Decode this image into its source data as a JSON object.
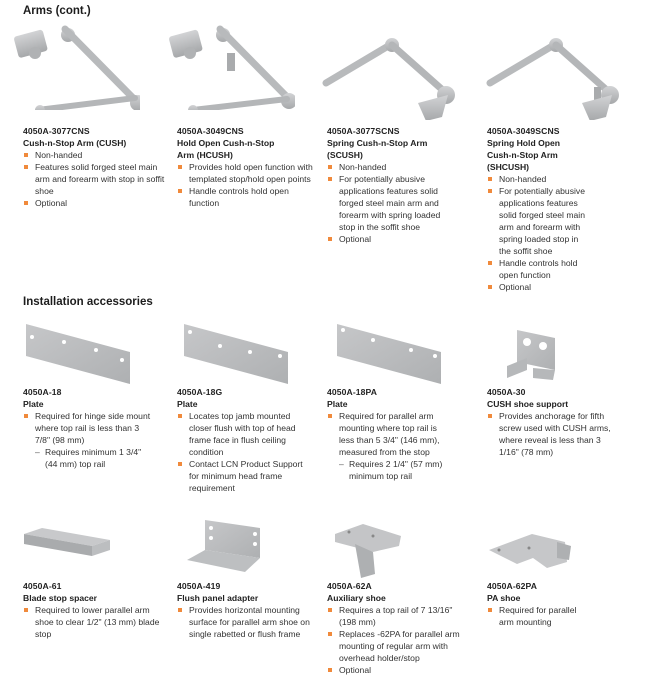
{
  "sections": {
    "arms_title": "Arms (cont.)",
    "accessories_title": "Installation accessories"
  },
  "colors": {
    "bullet": "#f08a3c",
    "metal": "#b9bbbd"
  },
  "arms": [
    {
      "code": "4050A-3077CNS",
      "name_lines": [
        "Cush-n-Stop Arm (CUSH)"
      ],
      "bullets": [
        "Non-handed",
        "Features solid forged steel main arm and forearm with stop in soffit shoe",
        "Optional"
      ]
    },
    {
      "code": "4050A-3049CNS",
      "name_lines": [
        "Hold Open Cush-n-Stop",
        "Arm (HCUSH)"
      ],
      "bullets": [
        "Provides hold open function with templated stop/hold open points",
        "Handle controls hold open function"
      ]
    },
    {
      "code": "4050A-3077SCNS",
      "name_lines": [
        "Spring Cush-n-Stop Arm",
        "(SCUSH)"
      ],
      "bullets": [
        "Non-handed",
        "For potentially abusive applications features solid forged steel main arm and forearm with spring loaded stop in the soffit shoe",
        "Optional"
      ]
    },
    {
      "code": "4050A-3049SCNS",
      "name_lines": [
        "Spring Hold Open",
        "Cush-n-Stop Arm",
        "(SHCUSH)"
      ],
      "bullets": [
        "Non-handed",
        "For potentially abusive applications features solid forged steel main arm and forearm with spring loaded stop in the soffit shoe",
        "Handle controls hold open function",
        "Optional"
      ]
    }
  ],
  "accessories_row1": [
    {
      "code": "4050A-18",
      "name": "Plate",
      "bullets": [
        "Required for hinge side mount where top rail is less than 3 7/8\" (98 mm)"
      ],
      "sub": [
        "Requires minimum 1 3/4\" (44 mm) top rail"
      ]
    },
    {
      "code": "4050A-18G",
      "name": "Plate",
      "bullets": [
        "Locates top jamb mounted closer flush with top of head frame face in flush ceiling condition",
        "Contact LCN Product Support for minimum head frame requirement"
      ],
      "sub": []
    },
    {
      "code": "4050A-18PA",
      "name": "Plate",
      "bullets": [
        "Required for parallel arm mounting where top rail is less than 5 3/4\" (146 mm), measured from the stop"
      ],
      "sub": [
        "Requires 2 1/4\" (57 mm) minimum top rail"
      ]
    },
    {
      "code": "4050A-30",
      "name": "CUSH shoe support",
      "bullets": [
        "Provides anchorage for fifth screw used with CUSH arms, where reveal is less than 3 1/16\" (78 mm)"
      ],
      "sub": []
    }
  ],
  "accessories_row2": [
    {
      "code": "4050A-61",
      "name": "Blade stop spacer",
      "bullets": [
        "Required to lower parallel arm shoe to clear 1/2\" (13 mm) blade stop"
      ]
    },
    {
      "code": "4050A-419",
      "name": "Flush panel adapter",
      "bullets": [
        "Provides horizontal mounting surface for parallel arm shoe on single rabetted or flush frame"
      ]
    },
    {
      "code": "4050A-62A",
      "name": "Auxiliary shoe",
      "bullets": [
        "Requires a top rail of 7 13/16\" (198 mm)",
        "Replaces -62PA for parallel arm mounting of regular arm with overhead holder/stop",
        "Optional"
      ]
    },
    {
      "code": "4050A-62PA",
      "name": "PA shoe",
      "bullets": [
        "Required for parallel arm mounting"
      ]
    }
  ]
}
